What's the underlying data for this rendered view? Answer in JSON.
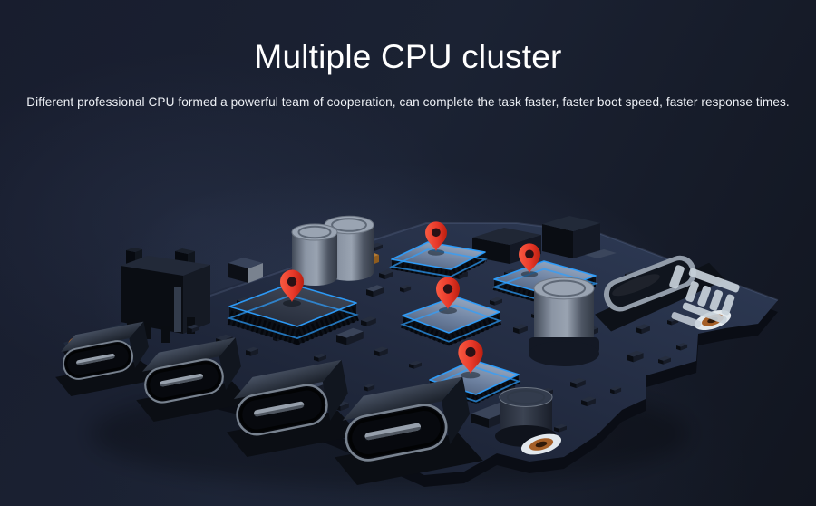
{
  "hero": {
    "title": "Multiple CPU cluster",
    "subtitle": "Different professional CPU formed a powerful team of cooperation, can complete the task faster, faster boot speed, faster response times."
  },
  "colors": {
    "title_text": "#ffffff",
    "subtitle_text": "#eef1f6",
    "accent_blue": "#2d9fff",
    "pin_red": "#e8392a",
    "pin_red_light": "#f95a41",
    "pin_red_dark": "#bc1f0f",
    "pcb_light": "#2f3c57",
    "pcb_mid": "#232c42",
    "pcb_dark": "#161c2b",
    "chip_plate_light": "#9fb1c9",
    "chip_plate_shade": "#4d5d78",
    "capacitor_metal": "#9aa4b2",
    "copper": "#a55f28",
    "metal_rim": "#78828f",
    "trace_silver": "#c8d1da"
  },
  "illustration": {
    "kind": "pcb-3d-render",
    "cpu_markers": [
      {
        "id": "cpu-1"
      },
      {
        "id": "cpu-2"
      },
      {
        "id": "cpu-3"
      },
      {
        "id": "cpu-4"
      },
      {
        "id": "cpu-5"
      }
    ]
  }
}
